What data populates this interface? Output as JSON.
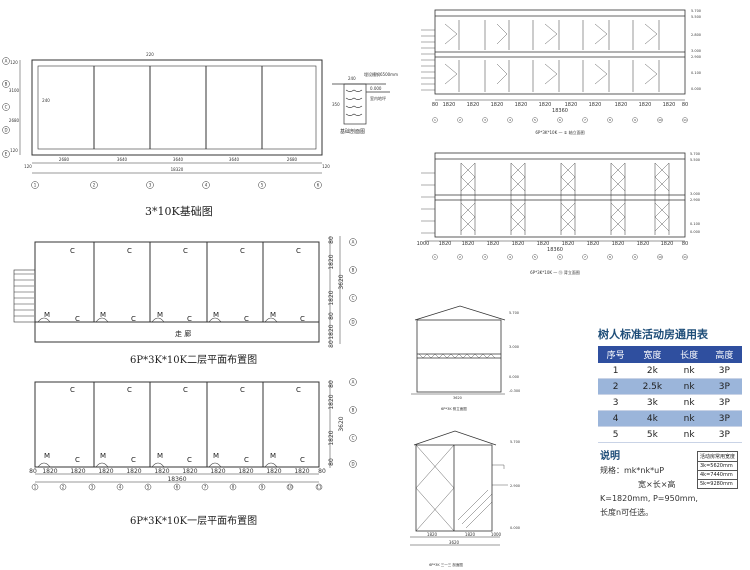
{
  "foundation_plan": {
    "title": "3*10K基础图",
    "dims": [
      "2680",
      "3640",
      "3640",
      "3640",
      "2680"
    ],
    "total": "18320",
    "left_dims": [
      "120",
      "3100",
      "2680",
      "120"
    ],
    "top_dim": "220",
    "inner_dim": "240",
    "end_dims": [
      "120",
      "120"
    ],
    "axis_x": [
      "1",
      "2",
      "3",
      "4",
      "5",
      "6"
    ],
    "axis_y": [
      "A",
      "B",
      "C",
      "D",
      "E"
    ]
  },
  "section_detail": {
    "title": "基础剖面图",
    "labels": [
      "240",
      "0.000",
      "室内地坪",
      "350"
    ],
    "note": "埋设槽钢6500mm"
  },
  "floor2": {
    "title": "6P*3K*10K二层平面布置图",
    "corridor": "走 廊",
    "room_labels": [
      "C",
      "C",
      "C",
      "C",
      "C",
      "C",
      "C",
      "C",
      "C",
      "C"
    ],
    "m_labels": [
      "M",
      "M",
      "M",
      "M",
      "M"
    ],
    "right_dims": [
      "80",
      "1820",
      "1820",
      "80",
      "1820",
      "80"
    ],
    "right_total": "3620",
    "axis": [
      "A",
      "B",
      "C",
      "D"
    ]
  },
  "floor1": {
    "title": "6P*3K*10K一层平面布置图",
    "room_labels": [
      "C",
      "C",
      "C",
      "C",
      "C",
      "C",
      "C",
      "C",
      "C",
      "C"
    ],
    "m_labels": [
      "M",
      "M",
      "M",
      "M",
      "M"
    ],
    "bottom_dims": [
      "80",
      "1820",
      "1820",
      "1820",
      "1820",
      "1820",
      "1820",
      "1820",
      "1820",
      "1820",
      "1820",
      "80"
    ],
    "total": "18360",
    "axis_x": [
      "1",
      "2",
      "3",
      "4",
      "5",
      "6",
      "7",
      "8",
      "9",
      "10",
      "11"
    ],
    "right_dims": [
      "80",
      "1820",
      "1820",
      "80"
    ],
    "right_total": "3620",
    "axis": [
      "A",
      "B",
      "C",
      "D"
    ]
  },
  "elev_front": {
    "caption": "6P*3K*10K 一 ① 轴立面图",
    "bottom_dims": [
      "80",
      "1820",
      "1820",
      "1820",
      "1820",
      "1820",
      "1820",
      "1820",
      "1820",
      "1820",
      "1820",
      "80"
    ],
    "total": "18360",
    "levels": [
      "5.700",
      "5.500",
      "3.000",
      "2.900",
      "0.100",
      "0.000",
      "2.800"
    ],
    "axis_x": [
      "1",
      "2",
      "3",
      "4",
      "5",
      "6",
      "7",
      "8",
      "9",
      "10",
      "11"
    ]
  },
  "elev_back": {
    "caption": "6P*3K*10K 一 ⑪ 背立面图",
    "bottom_dims": [
      "1000",
      "1820",
      "1820",
      "1820",
      "1820",
      "1820",
      "1820",
      "1820",
      "1820",
      "1820",
      "1820",
      "80"
    ],
    "total": "18360",
    "levels": [
      "5.700",
      "5.500",
      "3.000",
      "2.900",
      "0.000",
      "0.100"
    ],
    "axis_x": [
      "1",
      "2",
      "3",
      "4",
      "5",
      "6",
      "7",
      "8",
      "9",
      "10",
      "11"
    ]
  },
  "side_elev": {
    "caption": "6P*3K 侧立面图",
    "dim": "3620",
    "levels": [
      "5.700",
      "3.000",
      "0.000",
      "-0.300"
    ]
  },
  "side_elev2": {
    "caption": "6P*3K 三一三 剖面图",
    "dims": [
      "1820",
      "1820",
      "1000"
    ],
    "total": "3620",
    "levels": [
      "5.700",
      "2.900",
      "0.000"
    ]
  },
  "spec_table": {
    "title": "树人标准活动房通用表",
    "headers": [
      "序号",
      "宽度",
      "长度",
      "高度"
    ],
    "rows": [
      [
        "1",
        "2k",
        "nk",
        "3P"
      ],
      [
        "2",
        "2.5k",
        "nk",
        "3P"
      ],
      [
        "3",
        "3k",
        "nk",
        "3P"
      ],
      [
        "4",
        "4k",
        "nk",
        "3P"
      ],
      [
        "5",
        "5k",
        "nk",
        "3P"
      ]
    ]
  },
  "notes": {
    "title": "说明",
    "lines": [
      "规格：mk*nk*uP",
      "宽×长×高",
      "K=1820mm, P=950mm,",
      "长度n可任选。"
    ]
  },
  "mini_table": {
    "header": "活动房常用宽度",
    "rows": [
      "3k=5620mm",
      "4k=7440mm",
      "5k=9280mm"
    ]
  },
  "colors": {
    "line": "#333333",
    "header_bg": "#2f4f9f",
    "alt_row": "#9bb5da",
    "title_blue": "#1f4e79"
  }
}
